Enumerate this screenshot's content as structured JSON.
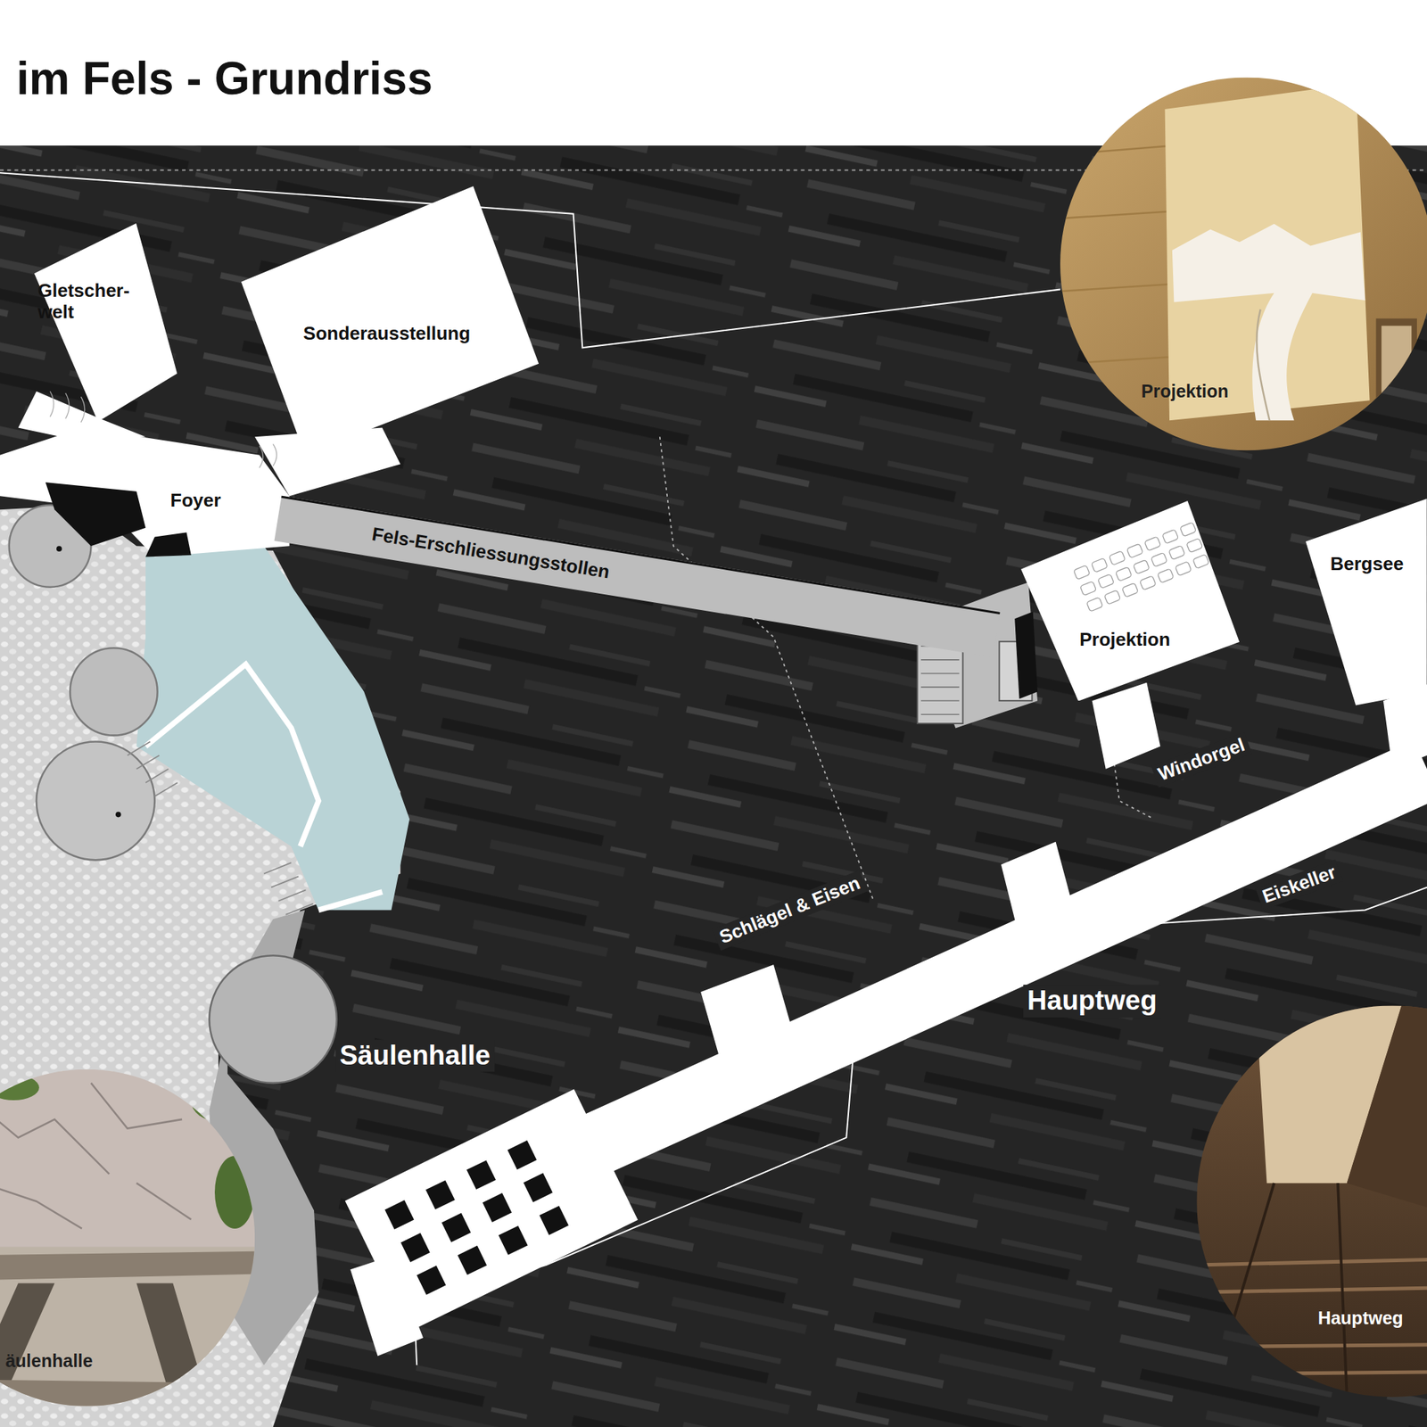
{
  "diagram": {
    "title": "im Fels - Grundriss",
    "nodes": [
      {
        "text": [
          "Gletscher- welt"
        ]
      },
      {
        "text": [
          "Sonderausstellung"
        ]
      },
      {
        "text": [
          "Projektion"
        ]
      },
      {
        "text": [
          "Fels-Erschliessungsstollen"
        ]
      },
      {
        "text": [
          "Projektion"
        ]
      },
      {
        "text": [
          "Bergsee"
        ]
      },
      {
        "text": [
          "Hauptweg"
        ]
      },
      {
        "text": [
          "äulenhalle"
        ]
      }
    ],
    "labels": [
      "Foyer",
      "Windorgel",
      "Eiskeller",
      "Schlägel & Eisen",
      "Hauptweg",
      "Säulenhalle"
    ]
  }
}
